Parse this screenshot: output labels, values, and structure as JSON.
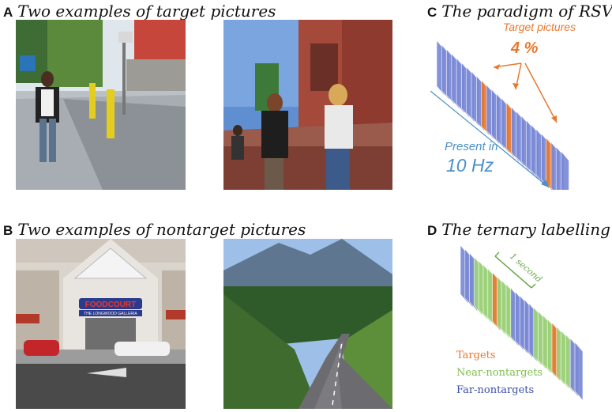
{
  "panels": {
    "a": {
      "letter": "A",
      "title": "Two examples of target pictures"
    },
    "b": {
      "letter": "B",
      "title": "Two examples of nontarget pictures"
    },
    "c": {
      "letter": "C",
      "title": "The paradigm of RSVP"
    },
    "d": {
      "letter": "D",
      "title": "The ternary labelling"
    }
  },
  "rsvp": {
    "target_label": "Target pictures",
    "target_percent": "4 %",
    "present_label": "Present in",
    "rate_label": "10 Hz",
    "colors": {
      "frame": "#7a89d6",
      "target": "#e8782e",
      "arrow": "#e8782e",
      "present": "#4a90c8"
    }
  },
  "ternary": {
    "window_label": "1 second",
    "legend": [
      {
        "label": "Targets",
        "color": "#e8782e"
      },
      {
        "label": "Near-nontargets",
        "color": "#7fbf4d"
      },
      {
        "label": "Far-nontargets",
        "color": "#3b4fa3"
      }
    ],
    "colors": {
      "far": "#7a89d6",
      "near": "#9cd17a",
      "target": "#e8782e",
      "bracket": "#6aa84f"
    }
  },
  "photo_text": {
    "sign_line1": "FOODCOURT",
    "sign_line2": "THE LONGWOOD GALLERIA"
  }
}
